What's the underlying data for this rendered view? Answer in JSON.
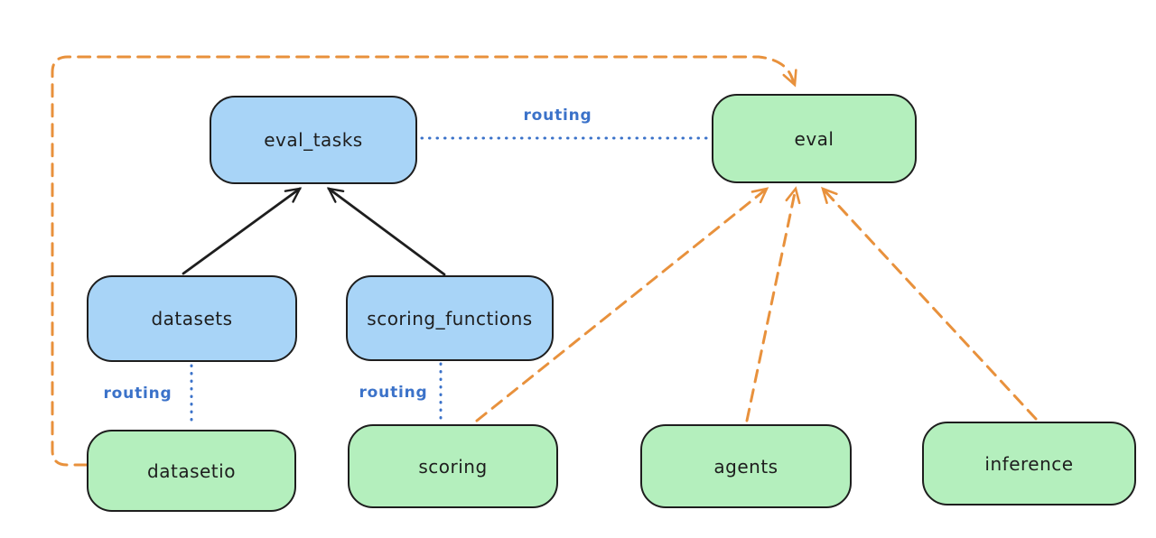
{
  "diagram": {
    "nodes": {
      "eval_tasks": {
        "label": "eval_tasks",
        "kind": "resource"
      },
      "eval": {
        "label": "eval",
        "kind": "provider-api"
      },
      "datasets": {
        "label": "datasets",
        "kind": "resource"
      },
      "scoring_functions": {
        "label": "scoring_functions",
        "kind": "resource"
      },
      "datasetio": {
        "label": "datasetio",
        "kind": "provider-api"
      },
      "scoring": {
        "label": "scoring",
        "kind": "provider-api"
      },
      "agents": {
        "label": "agents",
        "kind": "provider-api"
      },
      "inference": {
        "label": "inference",
        "kind": "provider-api"
      }
    },
    "edge_labels": {
      "eval_tasks_to_eval": "routing",
      "datasets_to_datasetio": "routing",
      "scoring_functions_to_scoring": "routing"
    },
    "colors": {
      "resource_fill": "#a8d4f7",
      "provider_fill": "#b4efbd",
      "stroke": "#1e1e1e",
      "routing_line": "#3b72c9",
      "dependency_line": "#e8913c"
    }
  }
}
